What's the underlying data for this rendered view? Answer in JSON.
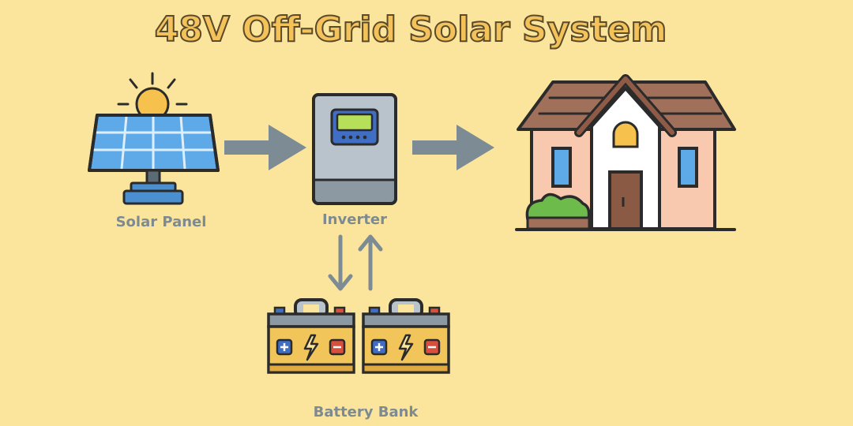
{
  "title": "48V Off-Grid Solar System",
  "nodes": {
    "solar_panel": {
      "label": "Solar Panel",
      "icon": "solar-panel-icon"
    },
    "inverter": {
      "label": "Inverter",
      "icon": "inverter-icon"
    },
    "house": {
      "label": "",
      "icon": "house-icon"
    },
    "battery_bank": {
      "label": "Battery Bank",
      "icon": "battery-icon"
    }
  },
  "edges": [
    {
      "from": "solar_panel",
      "to": "inverter",
      "direction": "right"
    },
    {
      "from": "inverter",
      "to": "house",
      "direction": "right"
    },
    {
      "from": "inverter",
      "to": "battery_bank",
      "direction": "down"
    },
    {
      "from": "battery_bank",
      "to": "inverter",
      "direction": "up"
    }
  ],
  "colors": {
    "background": "#fbe59c",
    "title_fill": "#f3c25a",
    "arrow": "#7c8b94",
    "label": "#7d8a92"
  }
}
